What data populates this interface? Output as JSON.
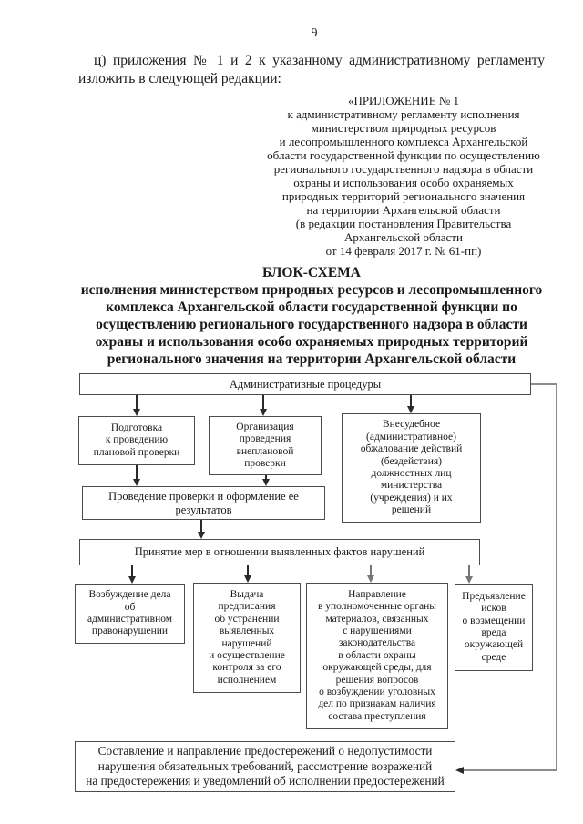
{
  "page_number": "9",
  "intro_paragraph": "ц) приложения № 1 и 2 к указанному административному регламенту изложить в следующей редакции:",
  "appendix_header": [
    "«ПРИЛОЖЕНИЕ № 1",
    "к административному регламенту исполнения",
    "министерством природных ресурсов",
    "и лесопромышленного комплекса Архангельской",
    "области государственной функции по осуществлению",
    "регионального государственного надзора в области",
    "охраны и использования особо охраняемых",
    "природных территорий регионального значения",
    "на территории Архангельской области",
    "(в редакции постановления Правительства",
    "Архангельской области",
    "от 14 февраля 2017 г. № 61-пп)"
  ],
  "heading": {
    "title": "БЛОК-СХЕМА",
    "subtitle_lines": [
      "исполнения министерством природных ресурсов и лесопромышленного",
      "комплекса Архангельской области государственной функции по",
      "осуществлению регионального государственного надзора в области",
      "охраны и использования особо охраняемых природных территорий",
      "регионального значения на территории Архангельской области"
    ]
  },
  "flowchart": {
    "admin_procedures": "Административные процедуры",
    "prep_planned": [
      "Подготовка",
      "к проведению",
      "плановой проверки"
    ],
    "org_unplanned": [
      "Организация",
      "проведения",
      "внеплановой",
      "проверки"
    ],
    "appeal": [
      "Внесудебное",
      "(административное)",
      "обжалование действий",
      "(бездействия)",
      "должностных лиц",
      "министерства",
      "(учреждения) и их",
      "решений"
    ],
    "conduct_check": [
      "Проведение проверки и оформление ее",
      "результатов"
    ],
    "take_measures": "Принятие мер в отношении выявленных фактов нарушений",
    "open_case": [
      "Возбуждение дела",
      "об",
      "административном",
      "правонарушении"
    ],
    "issue_order": [
      "Выдача",
      "предписания",
      "об устранении",
      "выявленных",
      "нарушений",
      "и осуществление",
      "контроля за его",
      "исполнением"
    ],
    "send_materials": [
      "Направление",
      "в уполномоченные органы",
      "материалов, связанных",
      "с нарушениями",
      "законодательства",
      "в области охраны",
      "окружающей среды, для",
      "решения вопросов",
      "о возбуждении уголовных",
      "дел по признакам наличия",
      "состава преступления"
    ],
    "file_claims": [
      "Предъявление",
      "исков",
      "о возмещении",
      "вреда",
      "окружающей",
      "среде"
    ],
    "warnings": [
      "Составление и направление предостережений о недопустимости",
      "нарушения обязательных требований, рассмотрение возражений",
      "на предостережения и уведомлений об исполнении предостережений"
    ]
  },
  "colors": {
    "text": "#1a1a1a",
    "box_border": "#4c4c4c",
    "connector_line": "#8c8c8c",
    "background": "#ffffff"
  }
}
